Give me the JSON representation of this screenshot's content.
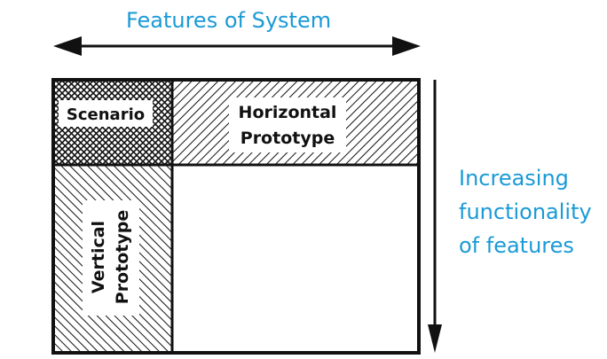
{
  "diagram": {
    "top_axis_label": "Features of System",
    "side_axis_label": [
      "Increasing",
      "functionality",
      "of features"
    ],
    "scenario_label": "Scenario",
    "horizontal_label": [
      "Horizontal",
      "Prototype"
    ],
    "vertical_label": [
      "Vertical",
      "Prototype"
    ],
    "label_color": "#1a9ad6"
  }
}
